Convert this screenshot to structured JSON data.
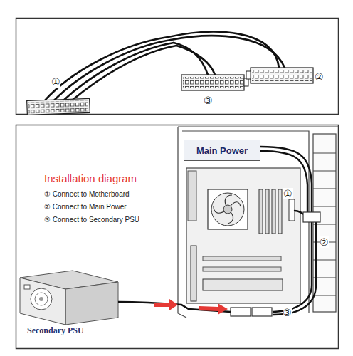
{
  "diagram": {
    "title": "Installation diagram",
    "nodes": [
      {
        "text": [
          "Main Power"
        ]
      },
      {
        "text": [
          "Secondary PSU"
        ]
      }
    ],
    "labels": [
      "①",
      "③",
      "②",
      "① Connect to Motherboard",
      "② Connect to Main Power",
      "③ Connect to Secondary PSU",
      "①",
      "②",
      "③"
    ]
  }
}
